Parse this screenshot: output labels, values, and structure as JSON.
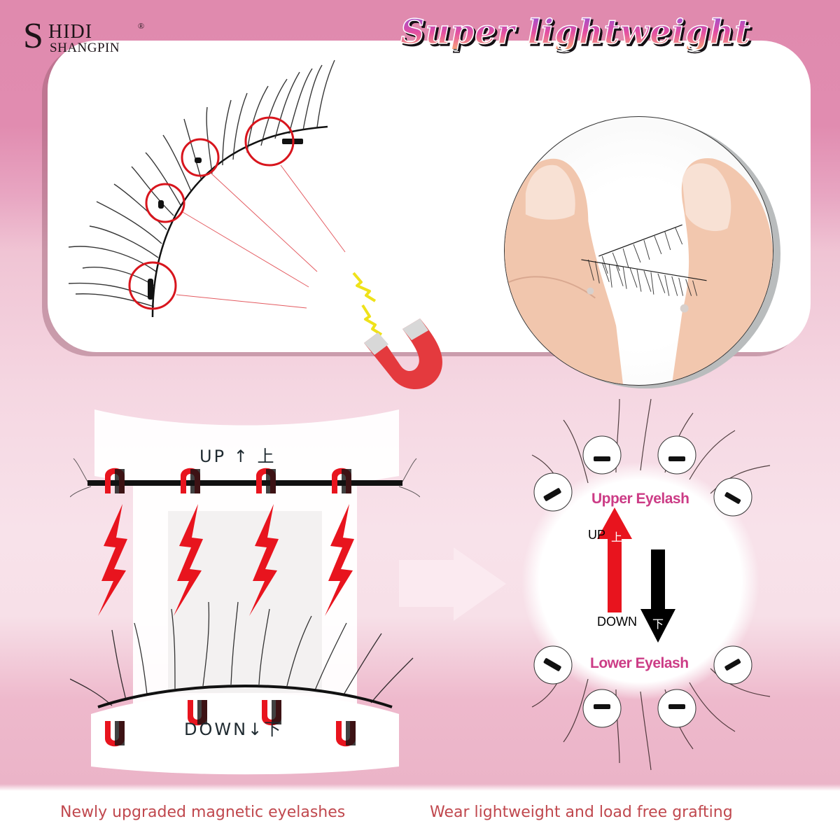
{
  "brand": {
    "initial": "S",
    "name_top": "HIDI",
    "registered_mark": "®",
    "name_bottom": "SHANGPIN"
  },
  "headline": "Super lightweight",
  "top_card": {
    "diagram_callouts": 4,
    "photo_subject": "fingers-holding-magnetic-lashes"
  },
  "applicator": {
    "up_label": "UP",
    "up_cn": "上",
    "down_label": "DOWN",
    "down_cn": "下",
    "upper_magnets": 4,
    "lower_magnets": 4
  },
  "diagram": {
    "upper_label": "Upper Eyelash",
    "lower_label": "Lower Eyelash",
    "up_text": "UP",
    "up_cn": "上",
    "down_text": "DOWN",
    "down_cn": "下"
  },
  "captions": {
    "left": "Newly upgraded magnetic eyelashes",
    "right": "Wear lightweight and load free grafting"
  },
  "colors": {
    "background_pink": "#e08aae",
    "light_pink": "#f8e2ea",
    "accent_red": "#e8141e",
    "label_magenta": "#cc3c86",
    "caption_red": "#c0484e",
    "magnet_yellow": "#f0e61e"
  }
}
